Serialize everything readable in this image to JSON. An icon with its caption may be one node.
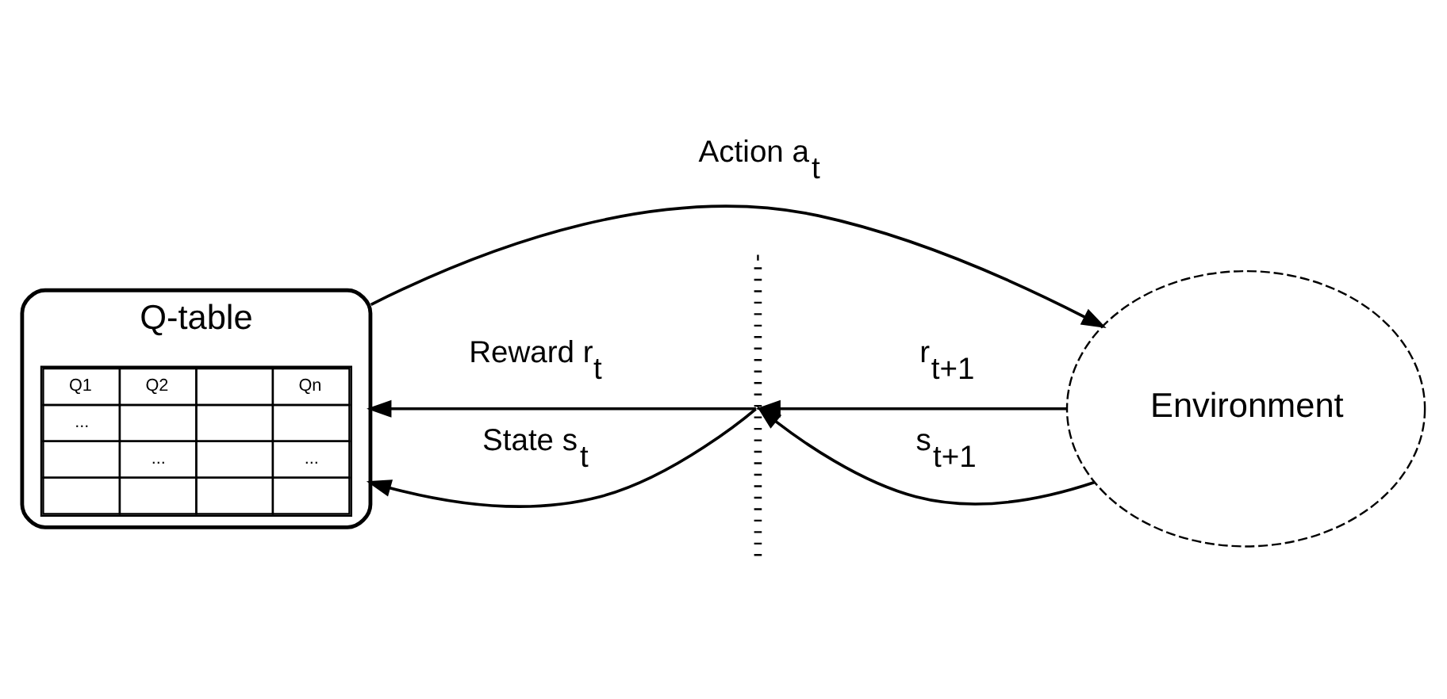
{
  "diagram": {
    "nodes": [
      {
        "text": [
          "Q-table",
          "Q1",
          "Q2",
          "Qn",
          "...",
          "...",
          "..."
        ]
      },
      {
        "text": [],
        "shape": "bar"
      },
      {
        "text": [
          "Environment"
        ]
      }
    ],
    "edges": [
      {
        "from": 0,
        "to": 2,
        "arrow": "to",
        "label": "Action a$_{t}$"
      },
      {
        "from": 2,
        "to": 1,
        "arrow": "to",
        "label": "r$_{t+1}$"
      },
      {
        "from": 1,
        "to": 0,
        "arrow": "to",
        "label": "Reward r$_{t}$"
      },
      {
        "from": 2,
        "to": 1,
        "arrow": "to",
        "label": "s$_{t+1}$"
      },
      {
        "from": 1,
        "to": 0,
        "arrow": "to",
        "label": "State s$_{t}$"
      }
    ]
  }
}
